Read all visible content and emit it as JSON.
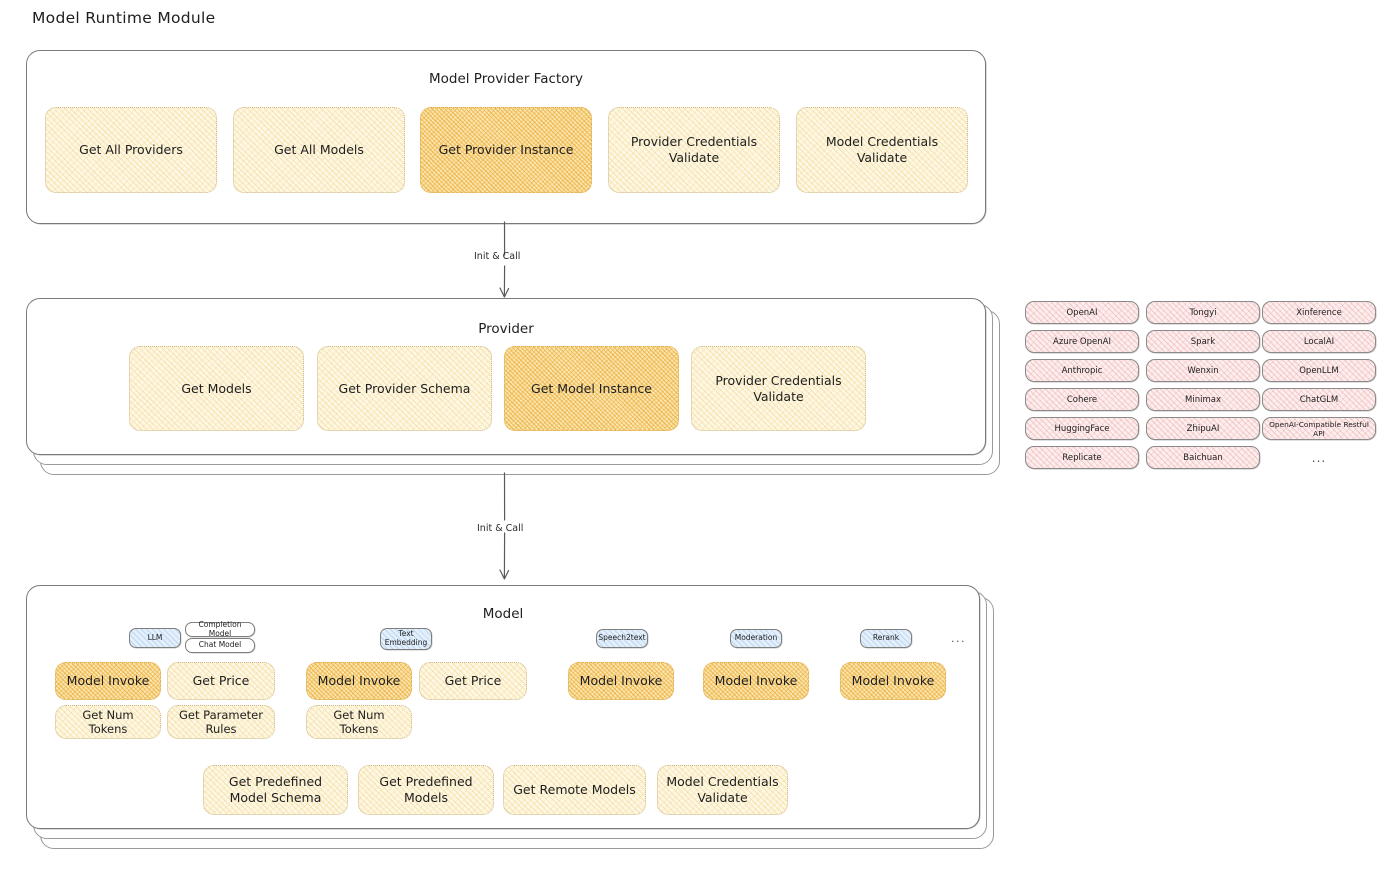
{
  "page": {
    "title": "Model Runtime Module"
  },
  "arrows": [
    {
      "label": "Init & Call"
    },
    {
      "label": "Init & Call"
    }
  ],
  "factory": {
    "title": "Model Provider Factory",
    "nodes": [
      {
        "label": "Get All Providers",
        "highlight": false
      },
      {
        "label": "Get All Models",
        "highlight": false
      },
      {
        "label": "Get Provider Instance",
        "highlight": true
      },
      {
        "label": "Provider Credentials Validate",
        "highlight": false
      },
      {
        "label": "Model Credentials Validate",
        "highlight": false
      }
    ]
  },
  "provider": {
    "title": "Provider",
    "nodes": [
      {
        "label": "Get Models",
        "highlight": false
      },
      {
        "label": "Get Provider Schema",
        "highlight": false
      },
      {
        "label": "Get Model Instance",
        "highlight": true
      },
      {
        "label": "Provider Credentials Validate",
        "highlight": false
      }
    ]
  },
  "provider_list": {
    "columns": [
      [
        "OpenAI",
        "Azure OpenAI",
        "Anthropic",
        "Cohere",
        "HuggingFace",
        "Replicate"
      ],
      [
        "Tongyi",
        "Spark",
        "Wenxin",
        "Minimax",
        "ZhipuAI",
        "Baichuan"
      ],
      [
        "Xinference",
        "LocalAI",
        "OpenLLM",
        "ChatGLM",
        "OpenAI-Compatible Restful API"
      ]
    ],
    "more": "..."
  },
  "model": {
    "title": "Model",
    "more": "...",
    "types": [
      {
        "badges": [
          {
            "label": "LLM",
            "style": "blue"
          },
          {
            "label": "Completion Model",
            "style": "white"
          },
          {
            "label": "Chat Model",
            "style": "white"
          }
        ],
        "nodes": [
          {
            "label": "Model Invoke",
            "highlight": true
          },
          {
            "label": "Get Price",
            "highlight": false
          },
          {
            "label": "Get Num Tokens",
            "highlight": false
          },
          {
            "label": "Get Parameter Rules",
            "highlight": false
          }
        ]
      },
      {
        "badges": [
          {
            "label": "Text Embedding",
            "style": "blue"
          }
        ],
        "nodes": [
          {
            "label": "Model Invoke",
            "highlight": true
          },
          {
            "label": "Get Price",
            "highlight": false
          },
          {
            "label": "Get Num Tokens",
            "highlight": false
          }
        ]
      },
      {
        "badges": [
          {
            "label": "Speech2text",
            "style": "blue"
          }
        ],
        "nodes": [
          {
            "label": "Model Invoke",
            "highlight": true
          }
        ]
      },
      {
        "badges": [
          {
            "label": "Moderation",
            "style": "blue"
          }
        ],
        "nodes": [
          {
            "label": "Model Invoke",
            "highlight": true
          }
        ]
      },
      {
        "badges": [
          {
            "label": "Rerank",
            "style": "blue"
          }
        ],
        "nodes": [
          {
            "label": "Model Invoke",
            "highlight": true
          }
        ]
      }
    ],
    "common_nodes": [
      {
        "label": "Get Predefined Model Schema"
      },
      {
        "label": "Get Predefined Models"
      },
      {
        "label": "Get Remote Models"
      },
      {
        "label": "Model Credentials Validate"
      }
    ]
  }
}
